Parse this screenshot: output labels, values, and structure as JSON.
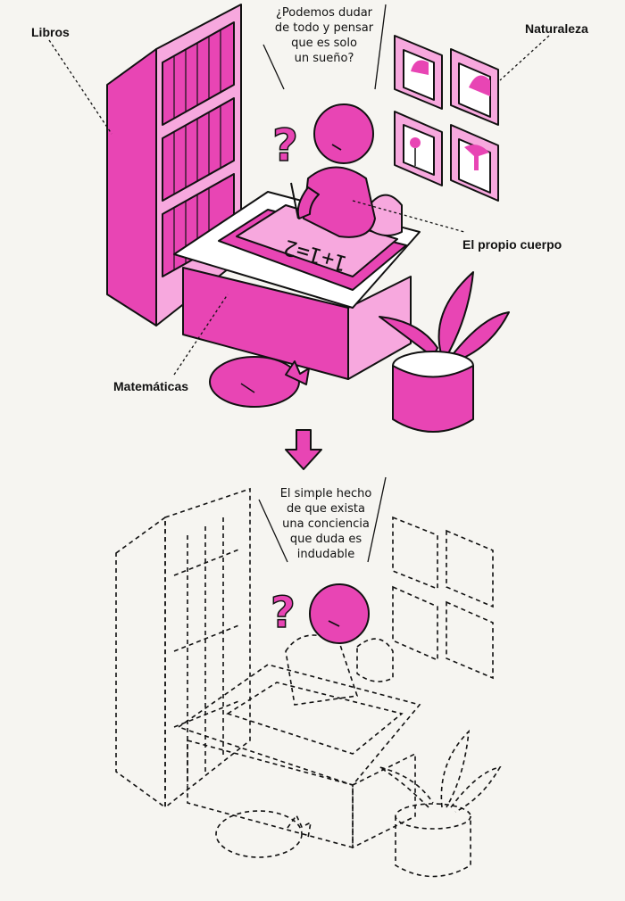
{
  "labels": {
    "books": "Libros",
    "nature": "Naturaleza",
    "own_body": "El propio cuerpo",
    "math": "Matemáticas"
  },
  "bubbles": {
    "top": [
      "¿Podemos dudar",
      "de todo y pensar",
      "que es solo",
      "un sueño?"
    ],
    "bottom": [
      "El simple hecho",
      "de que exista",
      "una conciencia",
      "que duda es",
      "indudable"
    ]
  },
  "paper_text": "1+1=2",
  "question_mark": "?",
  "colors": {
    "magenta": "#e845b4",
    "light_magenta": "#f7a8de",
    "dark_magenta": "#c51e8e",
    "paper": "#f6f5f1"
  }
}
